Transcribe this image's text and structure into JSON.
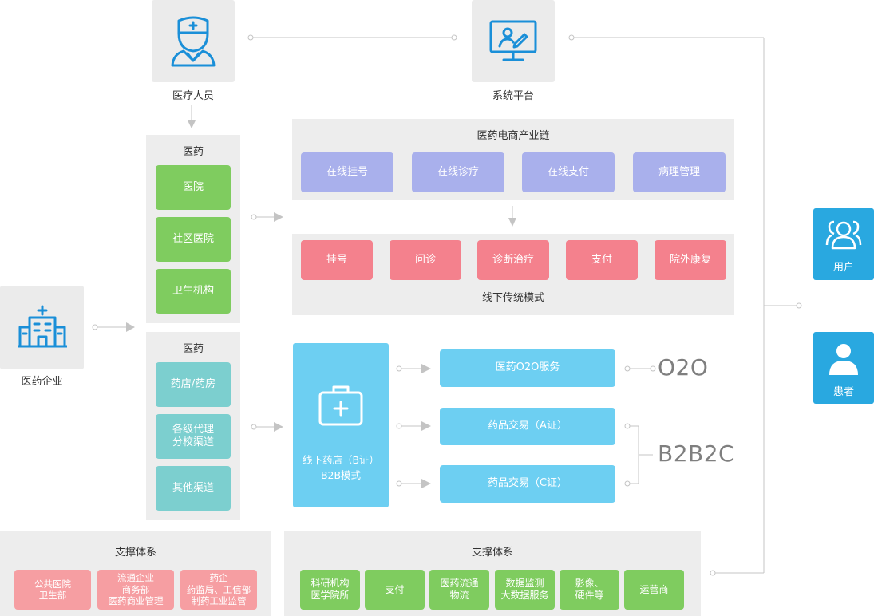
{
  "top": {
    "medical_staff_label": "医疗人员",
    "platform_label": "系统平台",
    "enterprise_label": "医药企业"
  },
  "pharma_top": {
    "title": "医药",
    "items": [
      "医院",
      "社区医院",
      "卫生机构"
    ]
  },
  "pharma_bottom": {
    "title": "医药",
    "items": [
      "药店/药房",
      "各级代理\n分校渠道",
      "其他渠道"
    ]
  },
  "ecommerce": {
    "title": "医药电商产业链",
    "items": [
      "在线挂号",
      "在线诊疗",
      "在线支付",
      "病理管理"
    ]
  },
  "offline": {
    "title": "线下传统模式",
    "items": [
      "挂号",
      "问诊",
      "诊断治疗",
      "支付",
      "院外康复"
    ]
  },
  "pharmacy": {
    "label": "线下药店（B证）\nB2B模式"
  },
  "services": [
    "医药O2O服务",
    "药品交易（A证）",
    "药品交易（C证）"
  ],
  "models": {
    "o2o": "O2O",
    "b2b2c": "B2B2C"
  },
  "users": {
    "user_label": "用户",
    "patient_label": "患者"
  },
  "support_left": {
    "title": "支撑体系",
    "items": [
      "公共医院\n卫生部",
      "流通企业\n商务部\n医药商业管理",
      "药企\n药监局、工信部\n制药工业监管"
    ]
  },
  "support_right": {
    "title": "支撑体系",
    "items": [
      "科研机构\n医学院所",
      "支付",
      "医药流通\n物流",
      "数据监测\n大数据服务",
      "影像、\n硬件等",
      "运营商"
    ]
  },
  "colors": {
    "green": "#7fcc5f",
    "teal": "#7ccfcf",
    "purple": "#a9b0ec",
    "pink": "#f4818d",
    "cyan": "#6dcff2",
    "salmon": "#f69ea2",
    "blue": "#29a8e0",
    "icon_blue": "#1a8fd8"
  },
  "icons": [
    "doctor-icon",
    "monitor-icon",
    "building-icon",
    "medical-kit-icon",
    "users-icon",
    "user-icon"
  ]
}
